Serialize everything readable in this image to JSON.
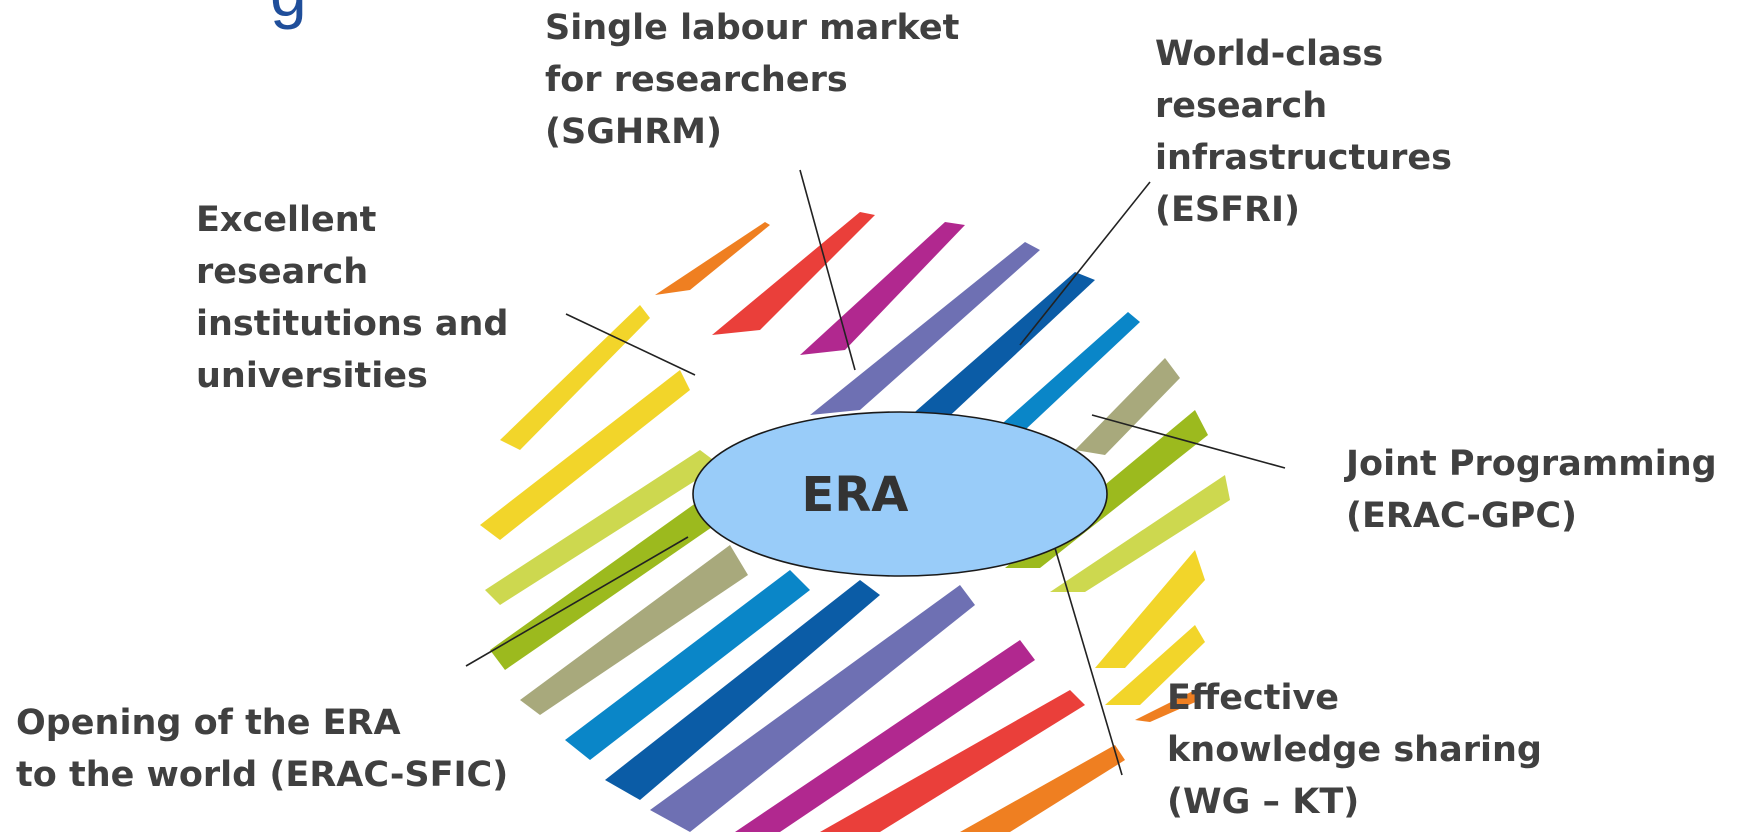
{
  "title_fragment": "g",
  "center": {
    "label": "ERA",
    "fill": "#99ccf9"
  },
  "palette": {
    "orange": "#ef7f21",
    "red": "#ea3f3a",
    "magenta": "#b1288f",
    "violet": "#6e70b3",
    "navy": "#0b5ca6",
    "blue": "#0a86c8",
    "khaki": "#a8a97c",
    "green": "#9cba1e",
    "lime": "#cdd84f",
    "yellow": "#f2d52a",
    "text": "#404040",
    "title": "#1f4e9a"
  },
  "labels": {
    "sghrm": [
      "Single labour market",
      "for researchers",
      "(SGHRM)"
    ],
    "esfri": [
      "World-class",
      "research",
      "infrastructures",
      "(ESFRI)"
    ],
    "excellent": [
      "Excellent",
      "research",
      "institutions and",
      "universities"
    ],
    "joint": [
      "Joint Programming",
      "(ERAC-GPC)"
    ],
    "opening": [
      "Opening of the ERA",
      "to the world (ERAC-SFIC)"
    ],
    "knowledge": [
      "Effective",
      "knowledge sharing",
      "(WG – KT)"
    ]
  }
}
